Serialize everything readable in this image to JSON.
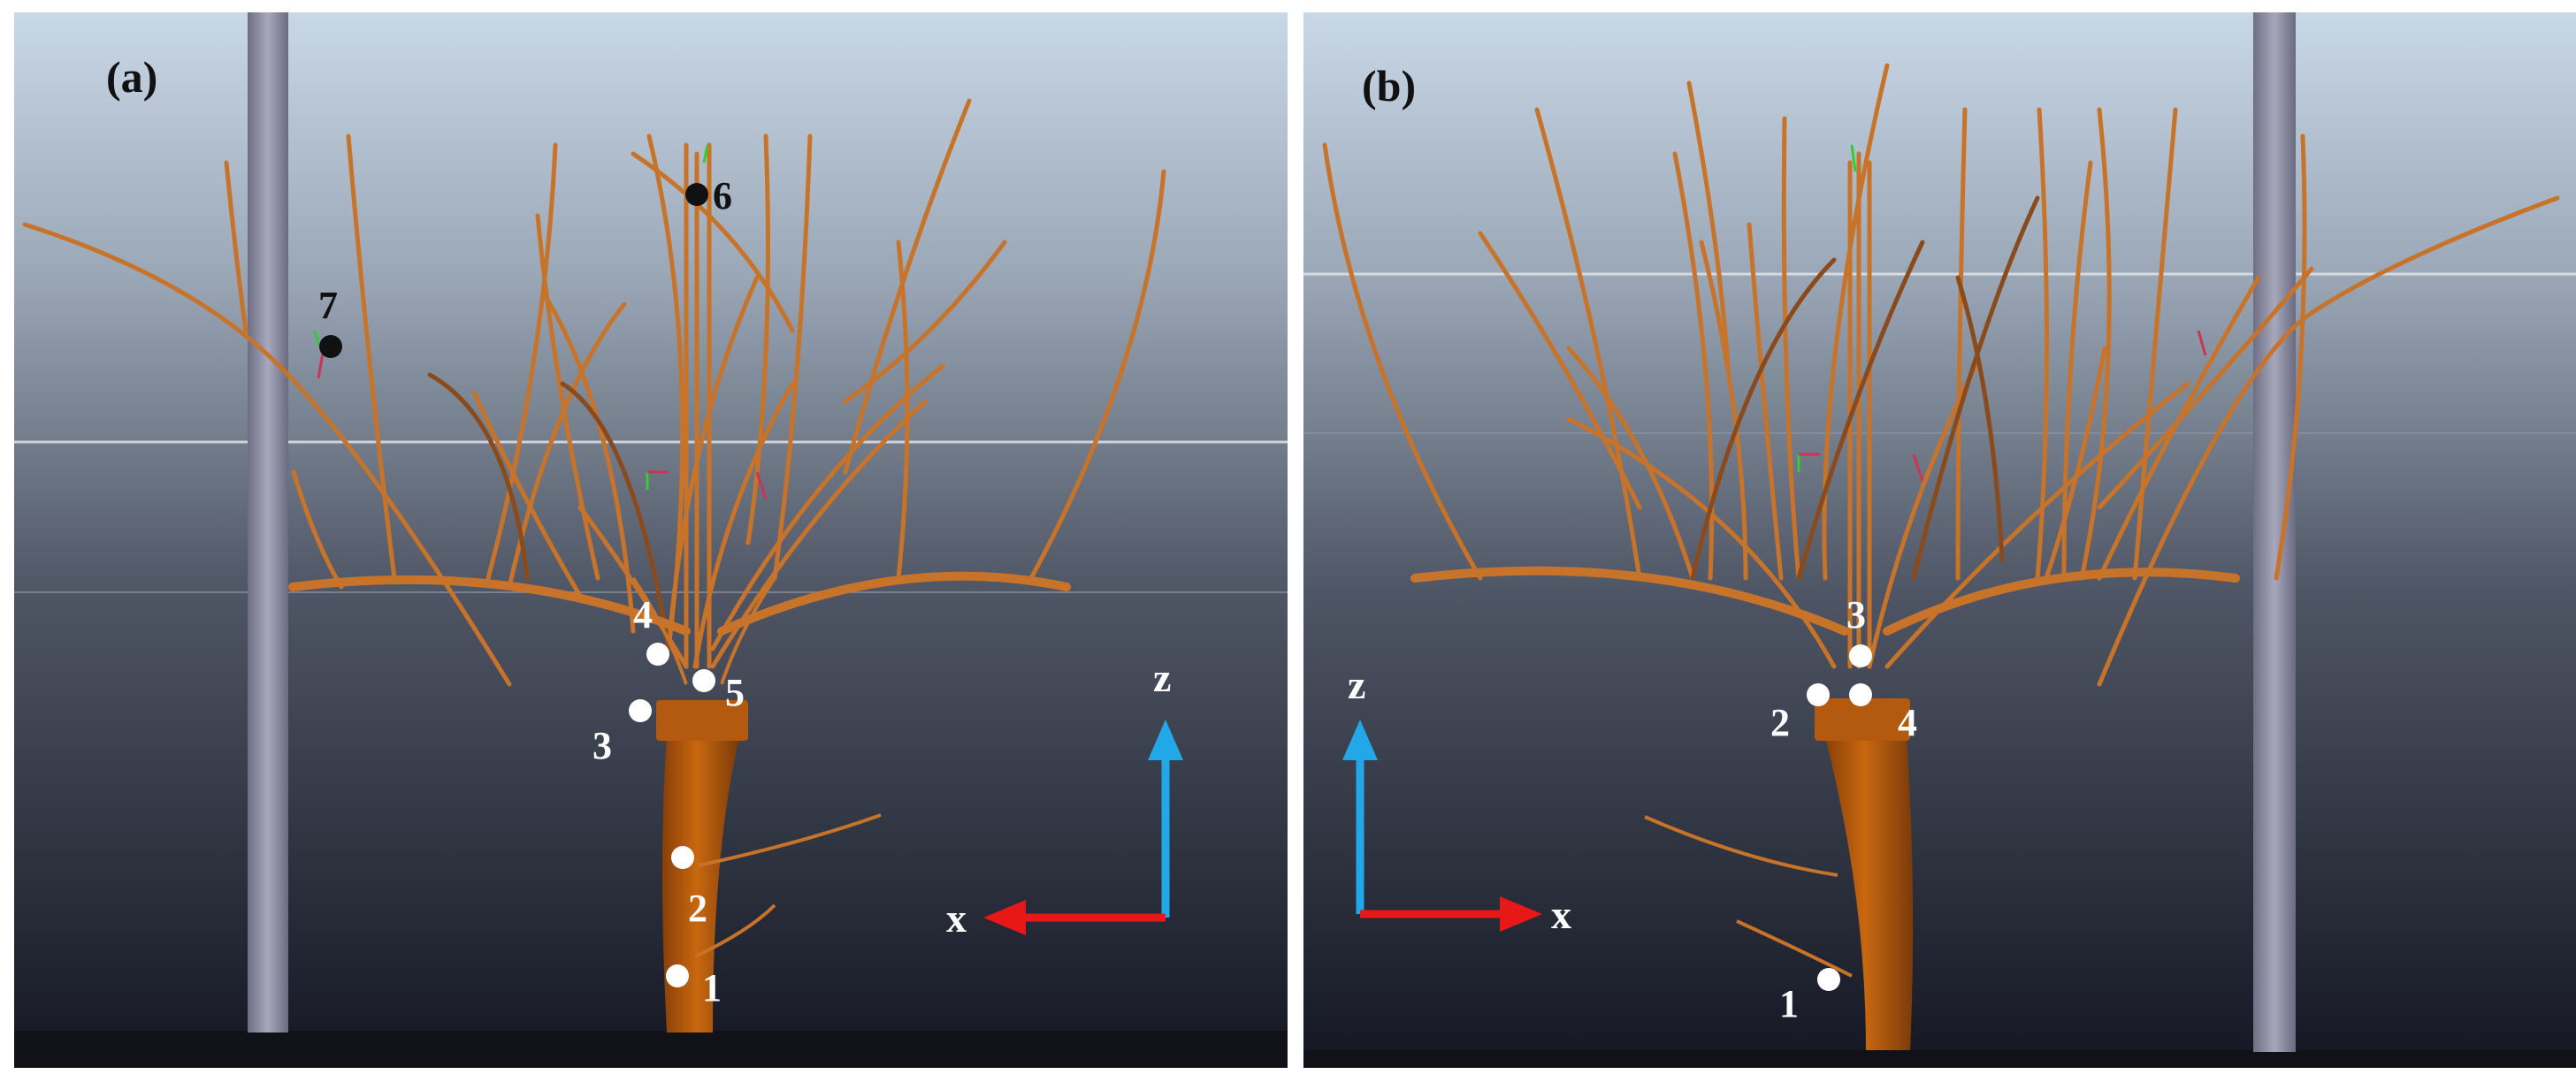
{
  "panels": [
    {
      "id": "a",
      "label": "(a)",
      "points": [
        {
          "n": "1"
        },
        {
          "n": "2"
        },
        {
          "n": "3"
        },
        {
          "n": "4"
        },
        {
          "n": "5"
        },
        {
          "n": "6"
        },
        {
          "n": "7"
        }
      ],
      "axes": {
        "vertical": "z",
        "horizontal": "x",
        "horizontal_direction": "left"
      }
    },
    {
      "id": "b",
      "label": "(b)",
      "points": [
        {
          "n": "1"
        },
        {
          "n": "2"
        },
        {
          "n": "3"
        },
        {
          "n": "4"
        }
      ],
      "axes": {
        "vertical": "z",
        "horizontal": "x",
        "horizontal_direction": "right"
      }
    }
  ],
  "colors": {
    "branch": "#c8732a",
    "branch_dark": "#8a4a1c",
    "trunk": "#b85e14",
    "post": "#9090a6",
    "z_axis": "#22a8e8",
    "x_axis": "#e81818",
    "bg_top": "#c9d8e6",
    "bg_bottom": "#141722"
  },
  "icons": {
    "z_arrow": "arrow-up-icon",
    "x_arrow_a": "arrow-left-icon",
    "x_arrow_b": "arrow-right-icon"
  }
}
